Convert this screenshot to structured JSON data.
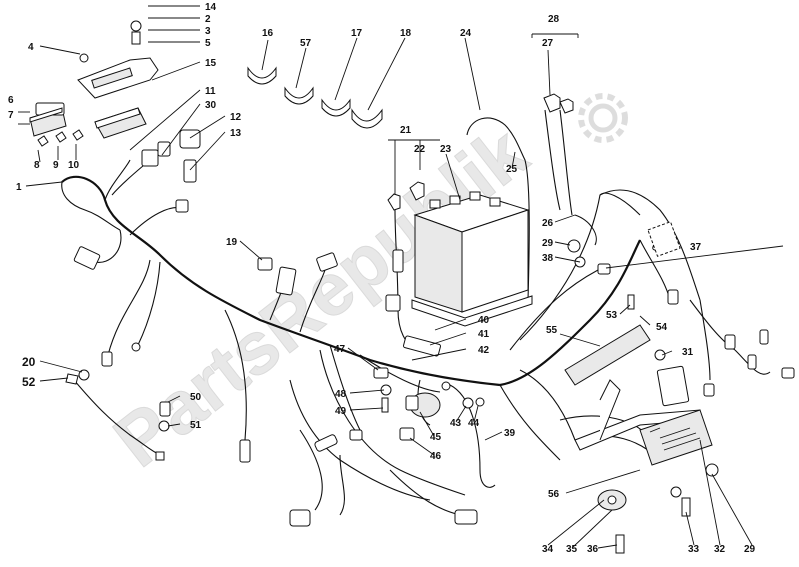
{
  "watermark": "PartsRepublik",
  "colors": {
    "line": "#111111",
    "watermark": "#d0d0d0",
    "background": "#ffffff"
  },
  "callouts": {
    "c14": "14",
    "c2": "2",
    "c3": "3",
    "c5": "5",
    "c4": "4",
    "c15": "15",
    "c6": "6",
    "c7": "7",
    "c8": "8",
    "c9": "9",
    "c10": "10",
    "c11": "11",
    "c30": "30",
    "c12": "12",
    "c13": "13",
    "c1": "1",
    "c16": "16",
    "c57": "57",
    "c17": "17",
    "c18": "18",
    "c24": "24",
    "c28": "28",
    "c27": "27",
    "c21": "21",
    "c22": "22",
    "c23": "23",
    "c25": "25",
    "c26": "26",
    "c29a": "29",
    "c38": "38",
    "c37": "37",
    "c19": "19",
    "c53": "53",
    "c54": "54",
    "c55": "55",
    "c40": "40",
    "c41": "41",
    "c42": "42",
    "c47": "47",
    "c31": "31",
    "c20": "20",
    "c52": "52",
    "c50": "50",
    "c51": "51",
    "c48": "48",
    "c49": "49",
    "c43": "43",
    "c44": "44",
    "c39": "39",
    "c45": "45",
    "c46": "46",
    "c56": "56",
    "c34": "34",
    "c35": "35",
    "c36": "36",
    "c33": "33",
    "c32": "32",
    "c29b": "29"
  }
}
